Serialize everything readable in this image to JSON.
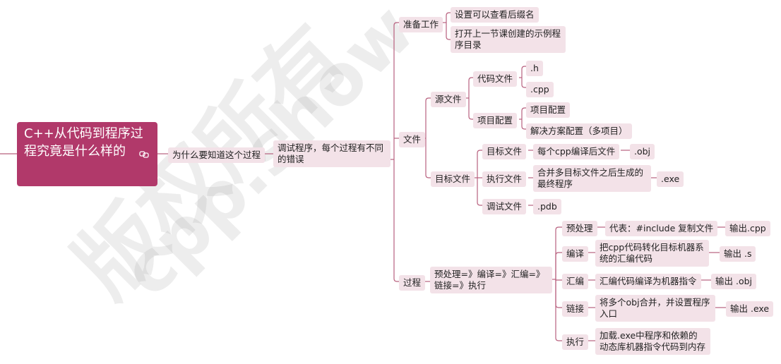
{
  "colors": {
    "root_bg": "#b1396a",
    "node_bg": "#f3e2e8",
    "line": "#b8607e"
  },
  "watermark": {
    "line1": "版权所有",
    "line2": "cpp.show"
  },
  "root": {
    "text": "C++从代码到程序过程究竟是什么样的",
    "link_icon": "link-icon"
  },
  "nodes": {
    "why": "为什么要知道这个过程",
    "debug": "调试程序，每个过程有不同的错误",
    "prep": "准备工作",
    "prep1": "设置可以查看后缀名",
    "prep2": "打开上一节课创建的示例程序目录",
    "files": "文件",
    "src": "源文件",
    "codefile": "代码文件",
    "h": ".h",
    "cpp": ".cpp",
    "projcfg": "项目配置",
    "projcfg1": "项目配置",
    "solcfg": "解决方案配置（多项目）",
    "target": "目标文件",
    "objfile": "目标文件",
    "objdesc": "每个cpp编译后文件",
    "obj": ".obj",
    "exefile": "执行文件",
    "exedesc": "合并多目标文件之后生成的最终程序",
    "exe": ".exe",
    "dbgfile": "调试文件",
    "pdb": ".pdb",
    "process": "过程",
    "pipeline": "预处理=》编译=》汇编=》链接=》执行",
    "pre": "预处理",
    "predesc": "代表：#include 复制文件",
    "preout": "输出.cpp",
    "comp": "编译",
    "compdesc": "把cpp代码转化目标机器系统的汇编代码",
    "compout": "输出 .s",
    "asm": "汇编",
    "asmdesc": "汇编代码编译为机器指令",
    "asmout": "输出 .obj",
    "link": "链接",
    "linkdesc": "将多个obj合并，并设置程序入口",
    "linkout": "输出 .exe",
    "run": "执行",
    "rundesc": "加载.exe中程序和依赖的动态库机器指令代码到内存"
  }
}
